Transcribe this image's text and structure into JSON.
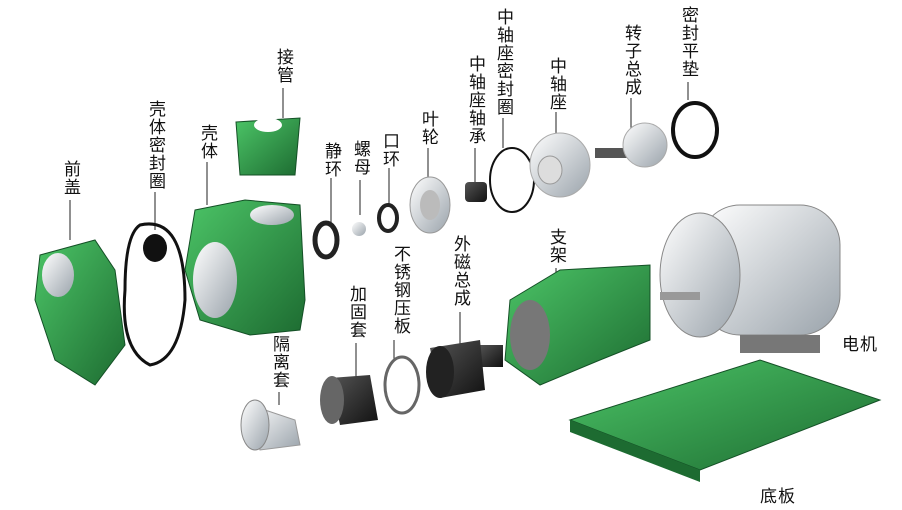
{
  "labels": {
    "front_cover": "前盖",
    "housing_seal_ring": "壳体密封圈",
    "housing": "壳体",
    "pipe_connector": "接管",
    "stationary_ring": "静环",
    "nut": "螺母",
    "mouth_ring": "口环",
    "impeller": "叶轮",
    "center_shaft_bearing": "中轴座轴承",
    "center_shaft_seal_ring": "中轴座密封圈",
    "center_shaft_seat": "中轴座",
    "rotor_assembly": "转子总成",
    "flat_seal_gasket": "密封平垫",
    "isolation_sleeve": "隔离套",
    "reinforcement_sleeve": "加固套",
    "stainless_pressure_plate": "不锈钢压板",
    "outer_magnet_assembly": "外磁总成",
    "bracket": "支架",
    "motor": "电机",
    "base_plate": "底板"
  },
  "colors": {
    "green_part": "#2e9a4a",
    "dark_green": "#1d6b31",
    "metal": "#d8dde2",
    "black_part": "#2a2a2a"
  }
}
